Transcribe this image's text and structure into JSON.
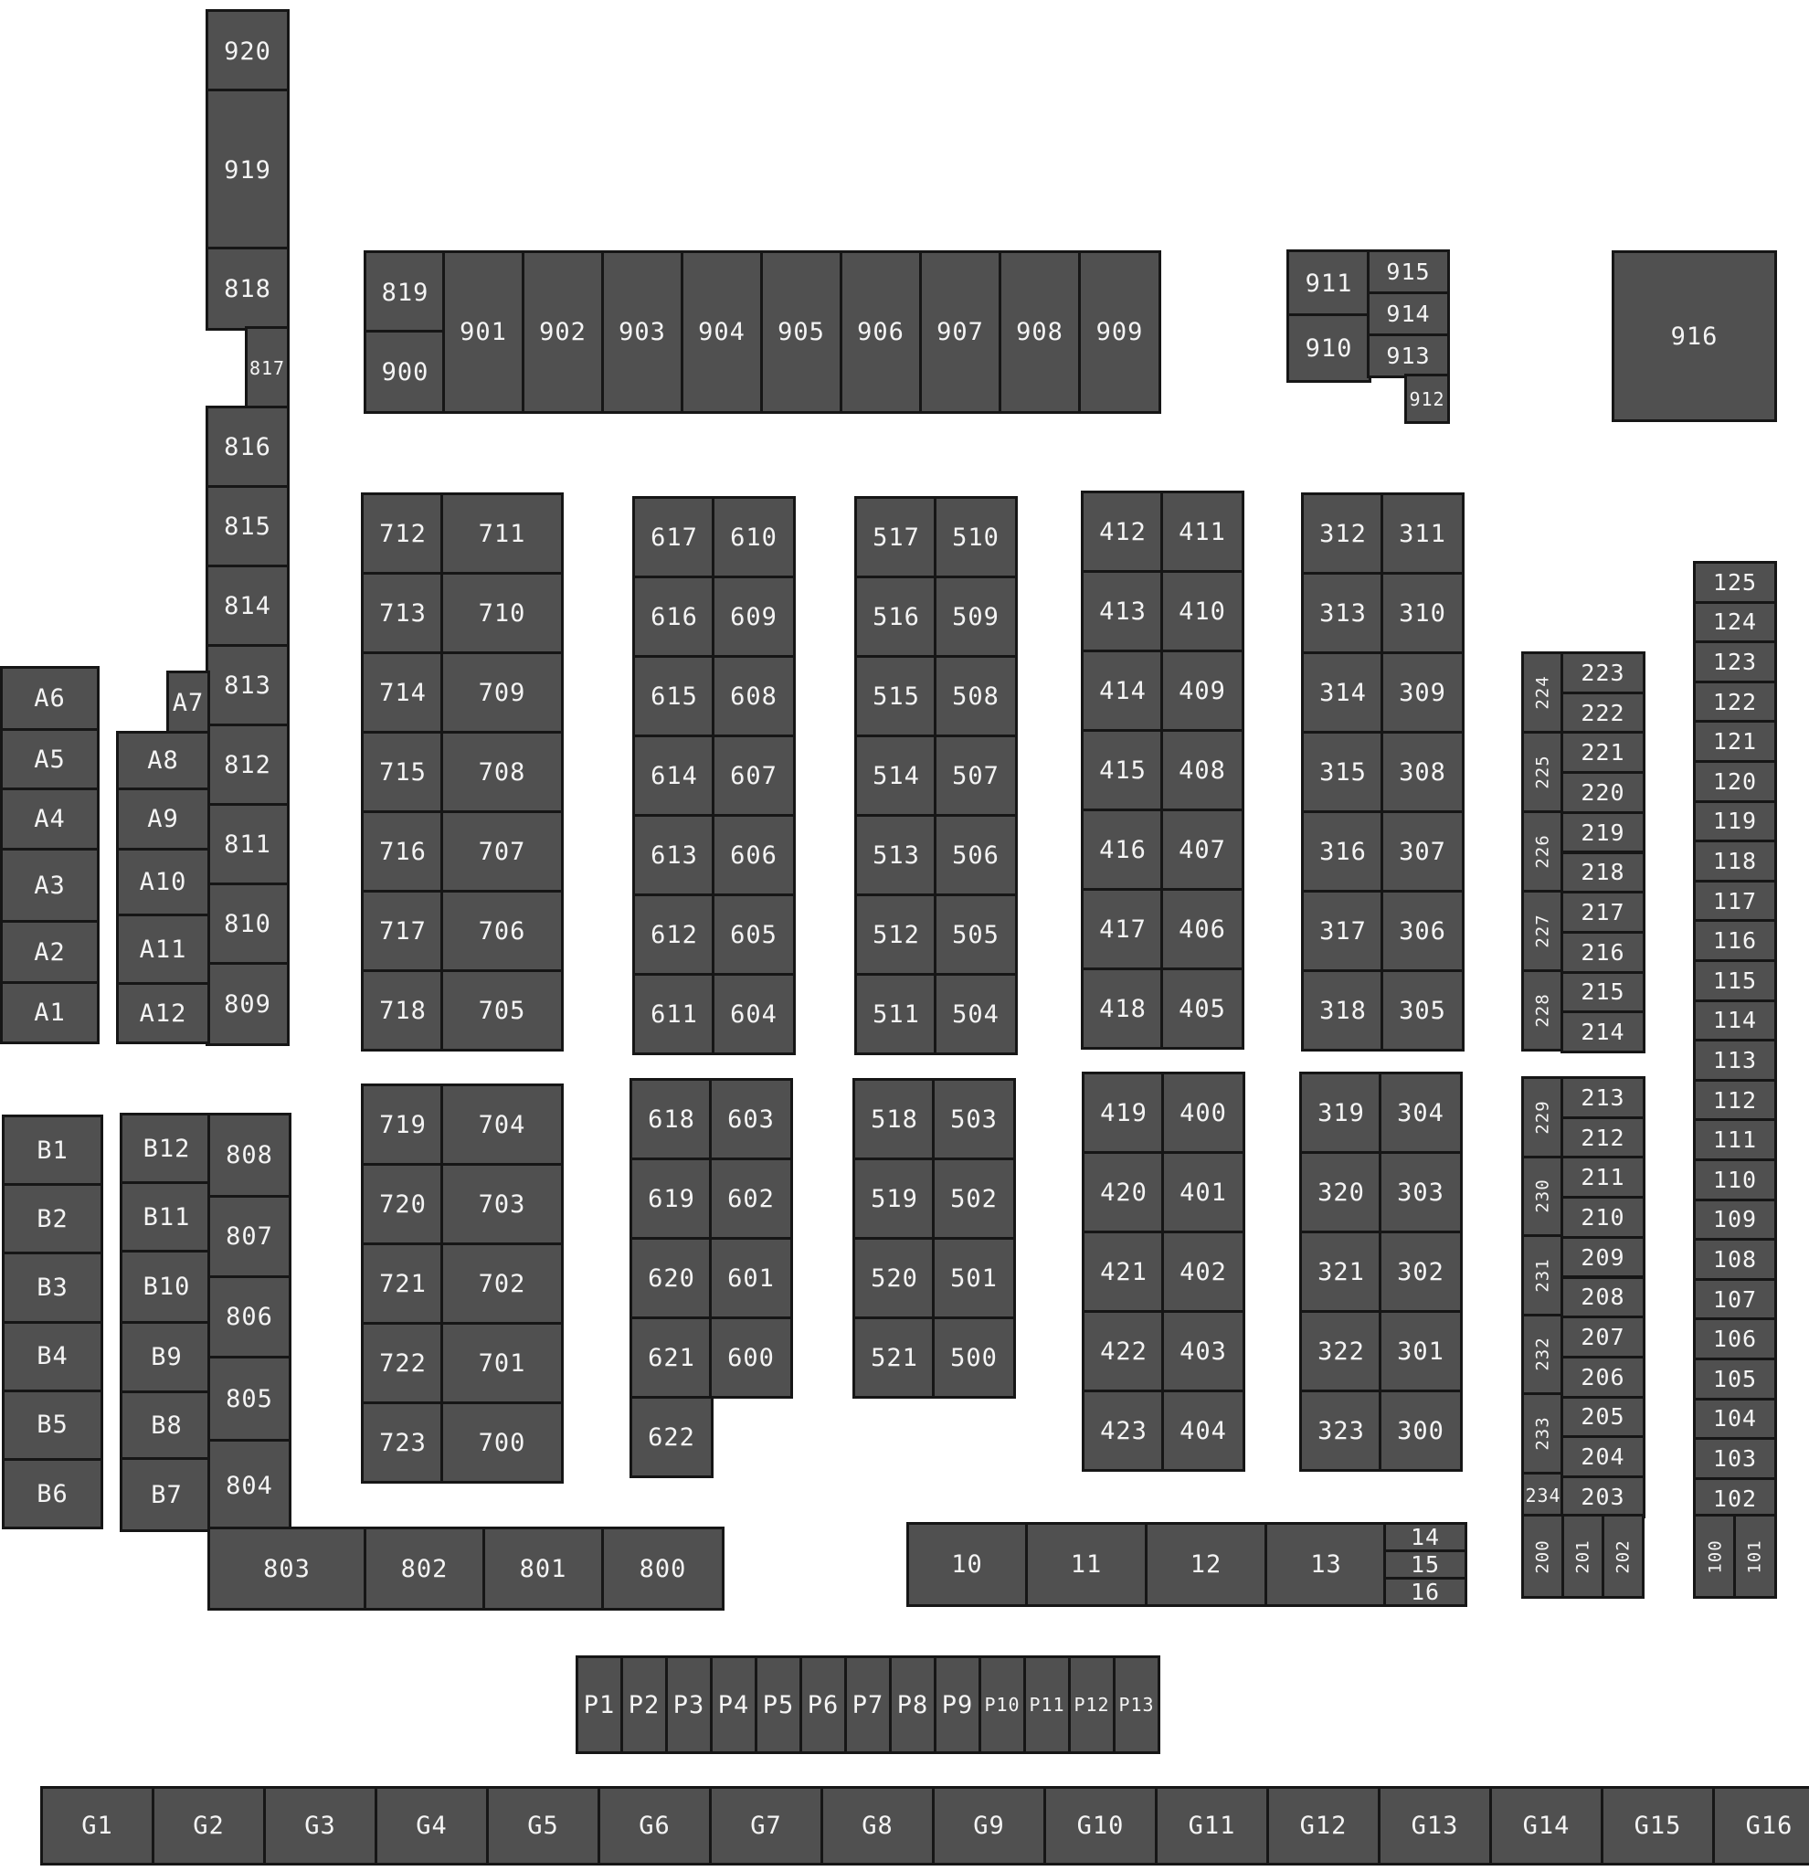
{
  "map": {
    "fill_color": "#505050",
    "border_color": "#161616",
    "label_color": "#f4f4f4",
    "booths": [
      "920",
      "919",
      "818",
      "817",
      "816",
      "815",
      "814",
      "813",
      "812",
      "811",
      "810",
      "809",
      "819",
      "900",
      "901",
      "902",
      "903",
      "904",
      "905",
      "906",
      "907",
      "908",
      "909",
      "911",
      "910",
      "915",
      "914",
      "913",
      "912",
      "916",
      "A6",
      "A5",
      "A4",
      "A3",
      "A2",
      "A1",
      "A7",
      "A8",
      "A9",
      "A10",
      "A11",
      "A12",
      "712",
      "713",
      "714",
      "715",
      "716",
      "717",
      "718",
      "711",
      "710",
      "709",
      "708",
      "707",
      "706",
      "705",
      "617",
      "616",
      "615",
      "614",
      "613",
      "612",
      "611",
      "610",
      "609",
      "608",
      "607",
      "606",
      "605",
      "604",
      "517",
      "516",
      "515",
      "514",
      "513",
      "512",
      "511",
      "510",
      "509",
      "508",
      "507",
      "506",
      "505",
      "504",
      "412",
      "413",
      "414",
      "415",
      "416",
      "417",
      "418",
      "411",
      "410",
      "409",
      "408",
      "407",
      "406",
      "405",
      "312",
      "313",
      "314",
      "315",
      "316",
      "317",
      "318",
      "311",
      "310",
      "309",
      "308",
      "307",
      "306",
      "305",
      "224",
      "225",
      "226",
      "227",
      "228",
      "223",
      "222",
      "221",
      "220",
      "219",
      "218",
      "217",
      "216",
      "215",
      "214",
      "125",
      "124",
      "123",
      "122",
      "121",
      "120",
      "119",
      "118",
      "117",
      "116",
      "115",
      "114",
      "113",
      "112",
      "111",
      "110",
      "109",
      "108",
      "107",
      "106",
      "105",
      "104",
      "103",
      "102",
      "100",
      "101",
      "B1",
      "B2",
      "B3",
      "B4",
      "B5",
      "B6",
      "B12",
      "B11",
      "B10",
      "B9",
      "B8",
      "B7",
      "808",
      "807",
      "806",
      "805",
      "804",
      "719",
      "720",
      "721",
      "722",
      "723",
      "704",
      "703",
      "702",
      "701",
      "700",
      "618",
      "619",
      "620",
      "621",
      "622",
      "603",
      "602",
      "601",
      "600",
      "518",
      "519",
      "520",
      "521",
      "503",
      "502",
      "501",
      "500",
      "419",
      "420",
      "421",
      "422",
      "423",
      "400",
      "401",
      "402",
      "403",
      "404",
      "319",
      "320",
      "321",
      "322",
      "323",
      "304",
      "303",
      "302",
      "301",
      "300",
      "229",
      "230",
      "231",
      "232",
      "233",
      "234",
      "213",
      "212",
      "211",
      "210",
      "209",
      "208",
      "207",
      "206",
      "205",
      "204",
      "203",
      "200",
      "201",
      "202",
      "803",
      "802",
      "801",
      "800",
      "10",
      "11",
      "12",
      "13",
      "14",
      "15",
      "16",
      "P1",
      "P2",
      "P3",
      "P4",
      "P5",
      "P6",
      "P7",
      "P8",
      "P9",
      "P10",
      "P11",
      "P12",
      "P13",
      "G1",
      "G2",
      "G3",
      "G4",
      "G5",
      "G6",
      "G7",
      "G8",
      "G9",
      "G10",
      "G11",
      "G12",
      "G13",
      "G14",
      "G15",
      "G16"
    ]
  }
}
